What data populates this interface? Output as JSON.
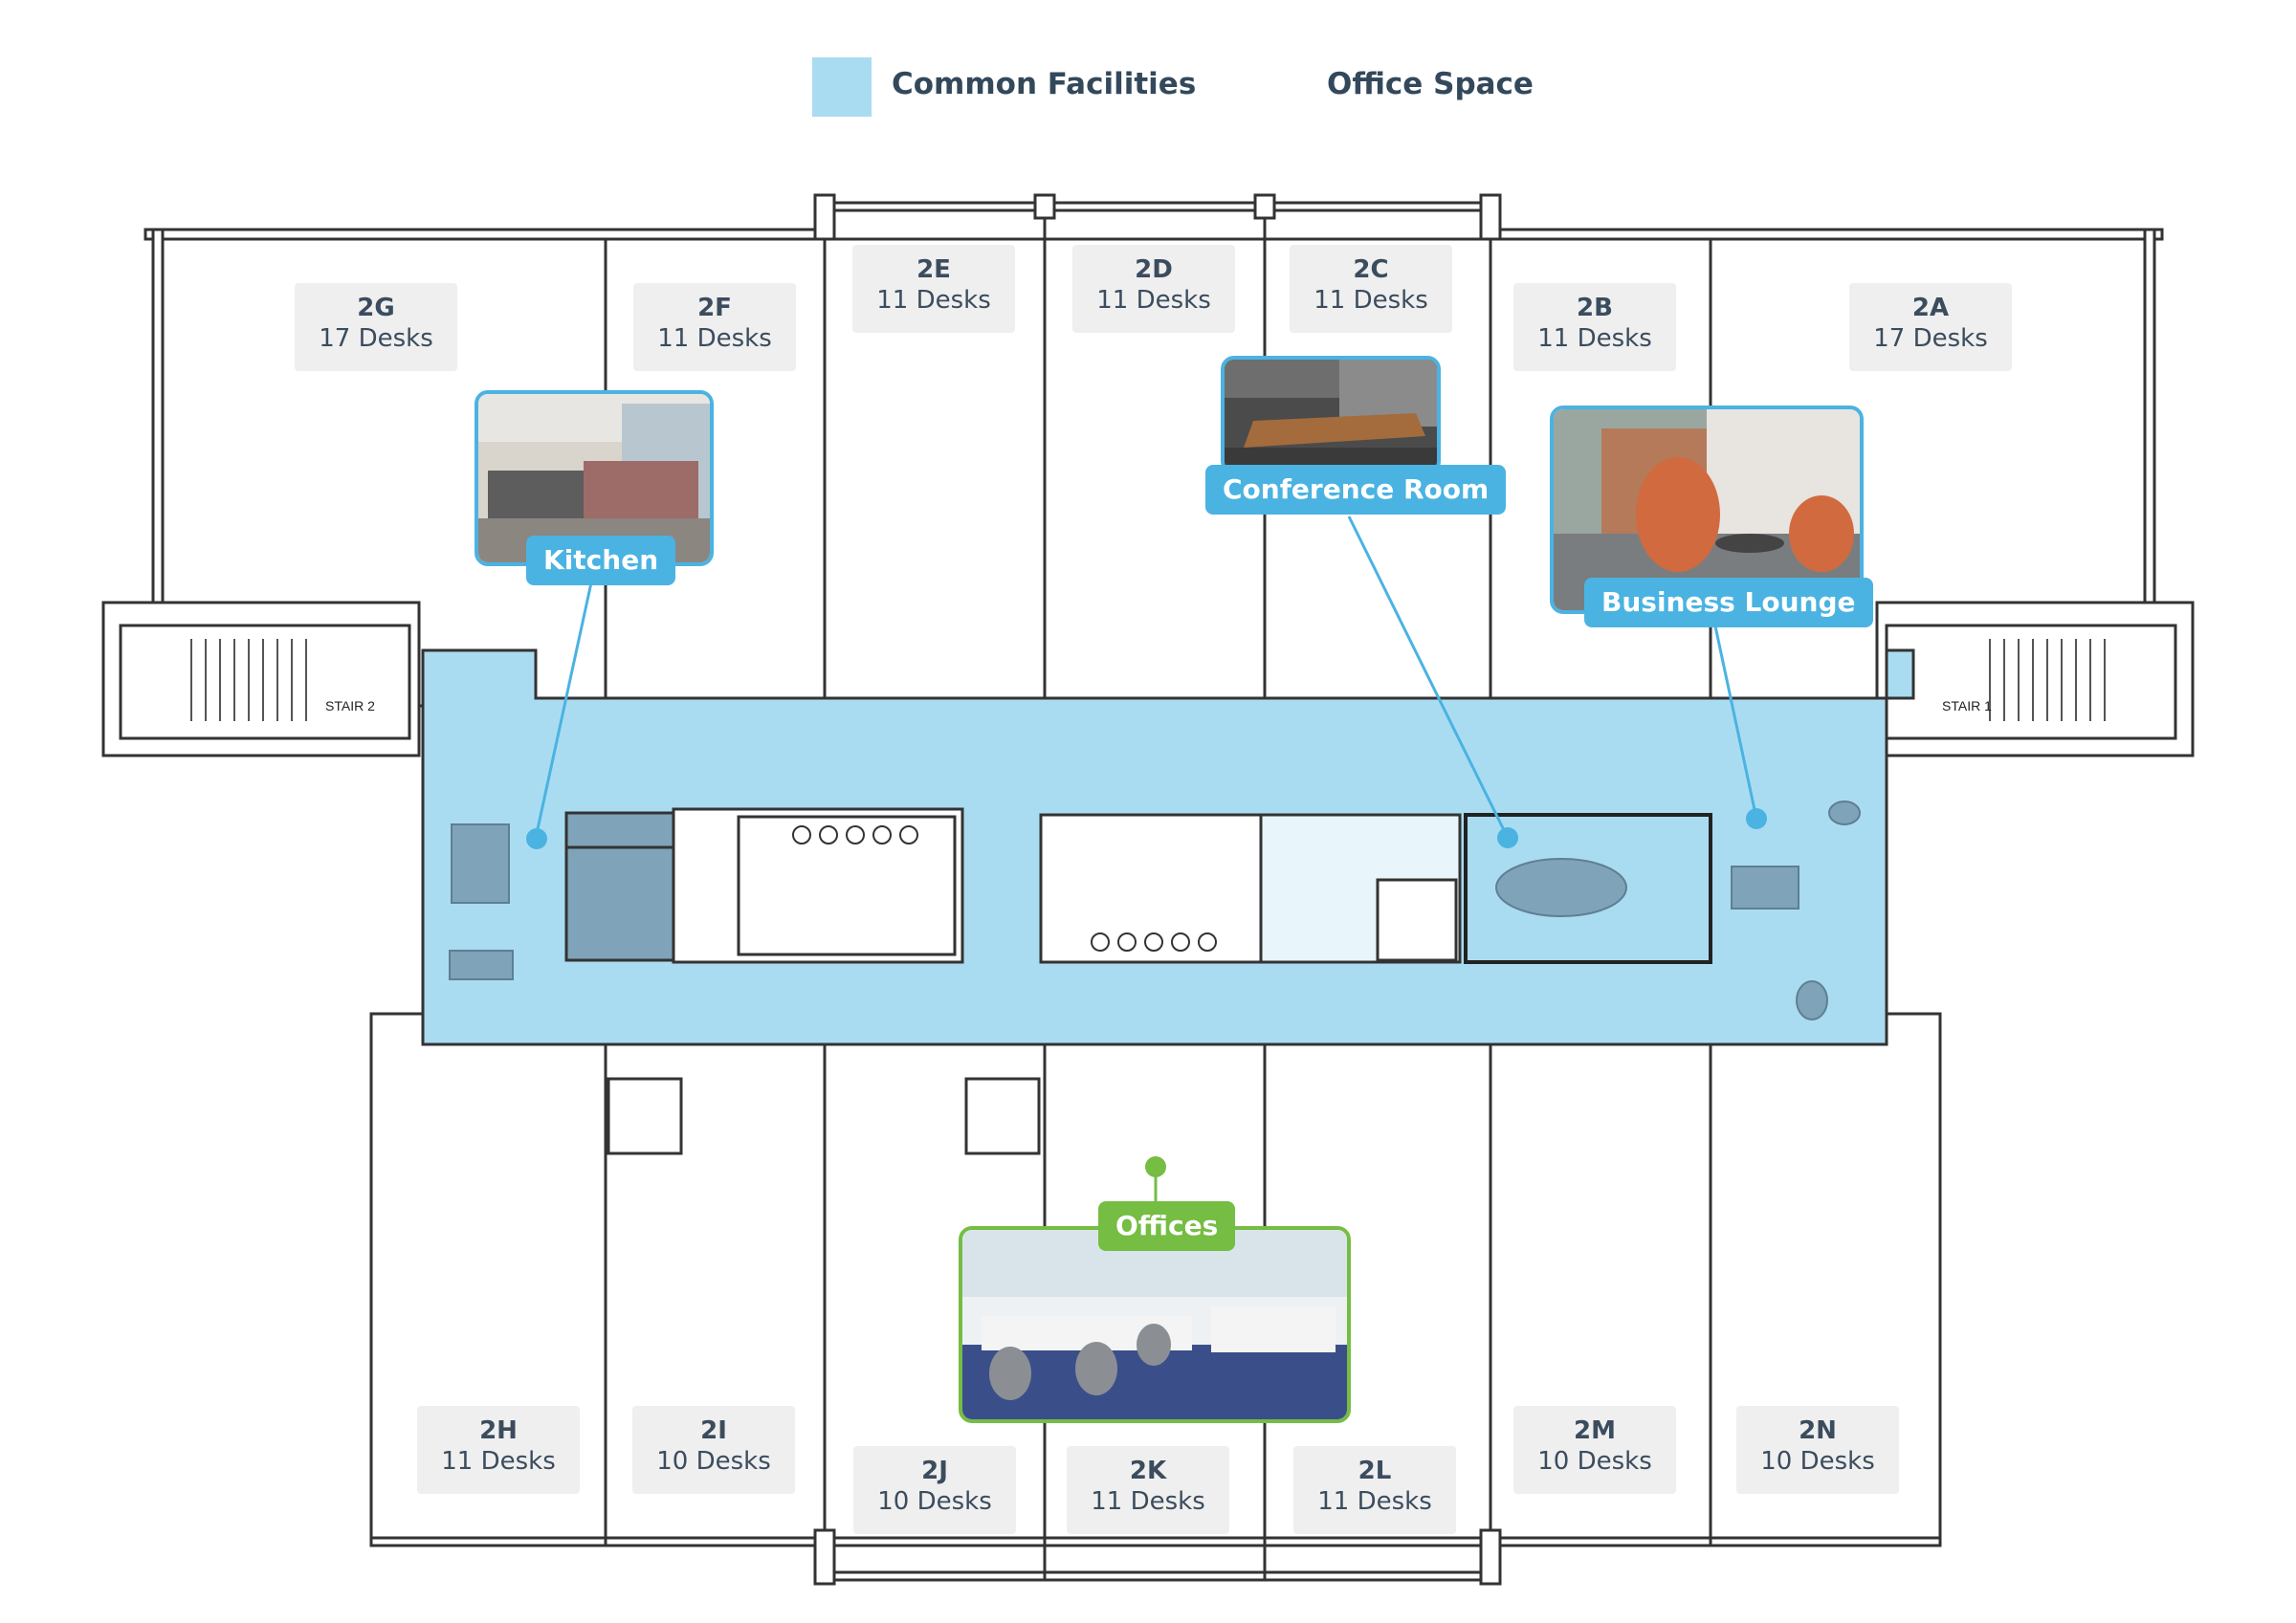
{
  "legend": {
    "common_label": "Common Facilities",
    "office_label": "Office Space"
  },
  "colors": {
    "common": "#aadcf1",
    "accent_blue": "#4ab3e2",
    "accent_green": "#75bd43",
    "wall": "#333333"
  },
  "offices": {
    "g": {
      "id": "2G",
      "desks": "17 Desks"
    },
    "f": {
      "id": "2F",
      "desks": "11 Desks"
    },
    "e": {
      "id": "2E",
      "desks": "11 Desks"
    },
    "d": {
      "id": "2D",
      "desks": "11 Desks"
    },
    "c": {
      "id": "2C",
      "desks": "11 Desks"
    },
    "b": {
      "id": "2B",
      "desks": "11 Desks"
    },
    "a": {
      "id": "2A",
      "desks": "17 Desks"
    },
    "h": {
      "id": "2H",
      "desks": "11 Desks"
    },
    "i": {
      "id": "2I",
      "desks": "10 Desks"
    },
    "j": {
      "id": "2J",
      "desks": "10 Desks"
    },
    "k": {
      "id": "2K",
      "desks": "11 Desks"
    },
    "l": {
      "id": "2L",
      "desks": "11 Desks"
    },
    "m": {
      "id": "2M",
      "desks": "10 Desks"
    },
    "n": {
      "id": "2N",
      "desks": "10 Desks"
    }
  },
  "callouts": {
    "kitchen": "Kitchen",
    "conference": "Conference Room",
    "lounge": "Business Lounge",
    "offices": "Offices"
  },
  "stairs": {
    "left": "STAIR 2",
    "right": "STAIR 1"
  }
}
